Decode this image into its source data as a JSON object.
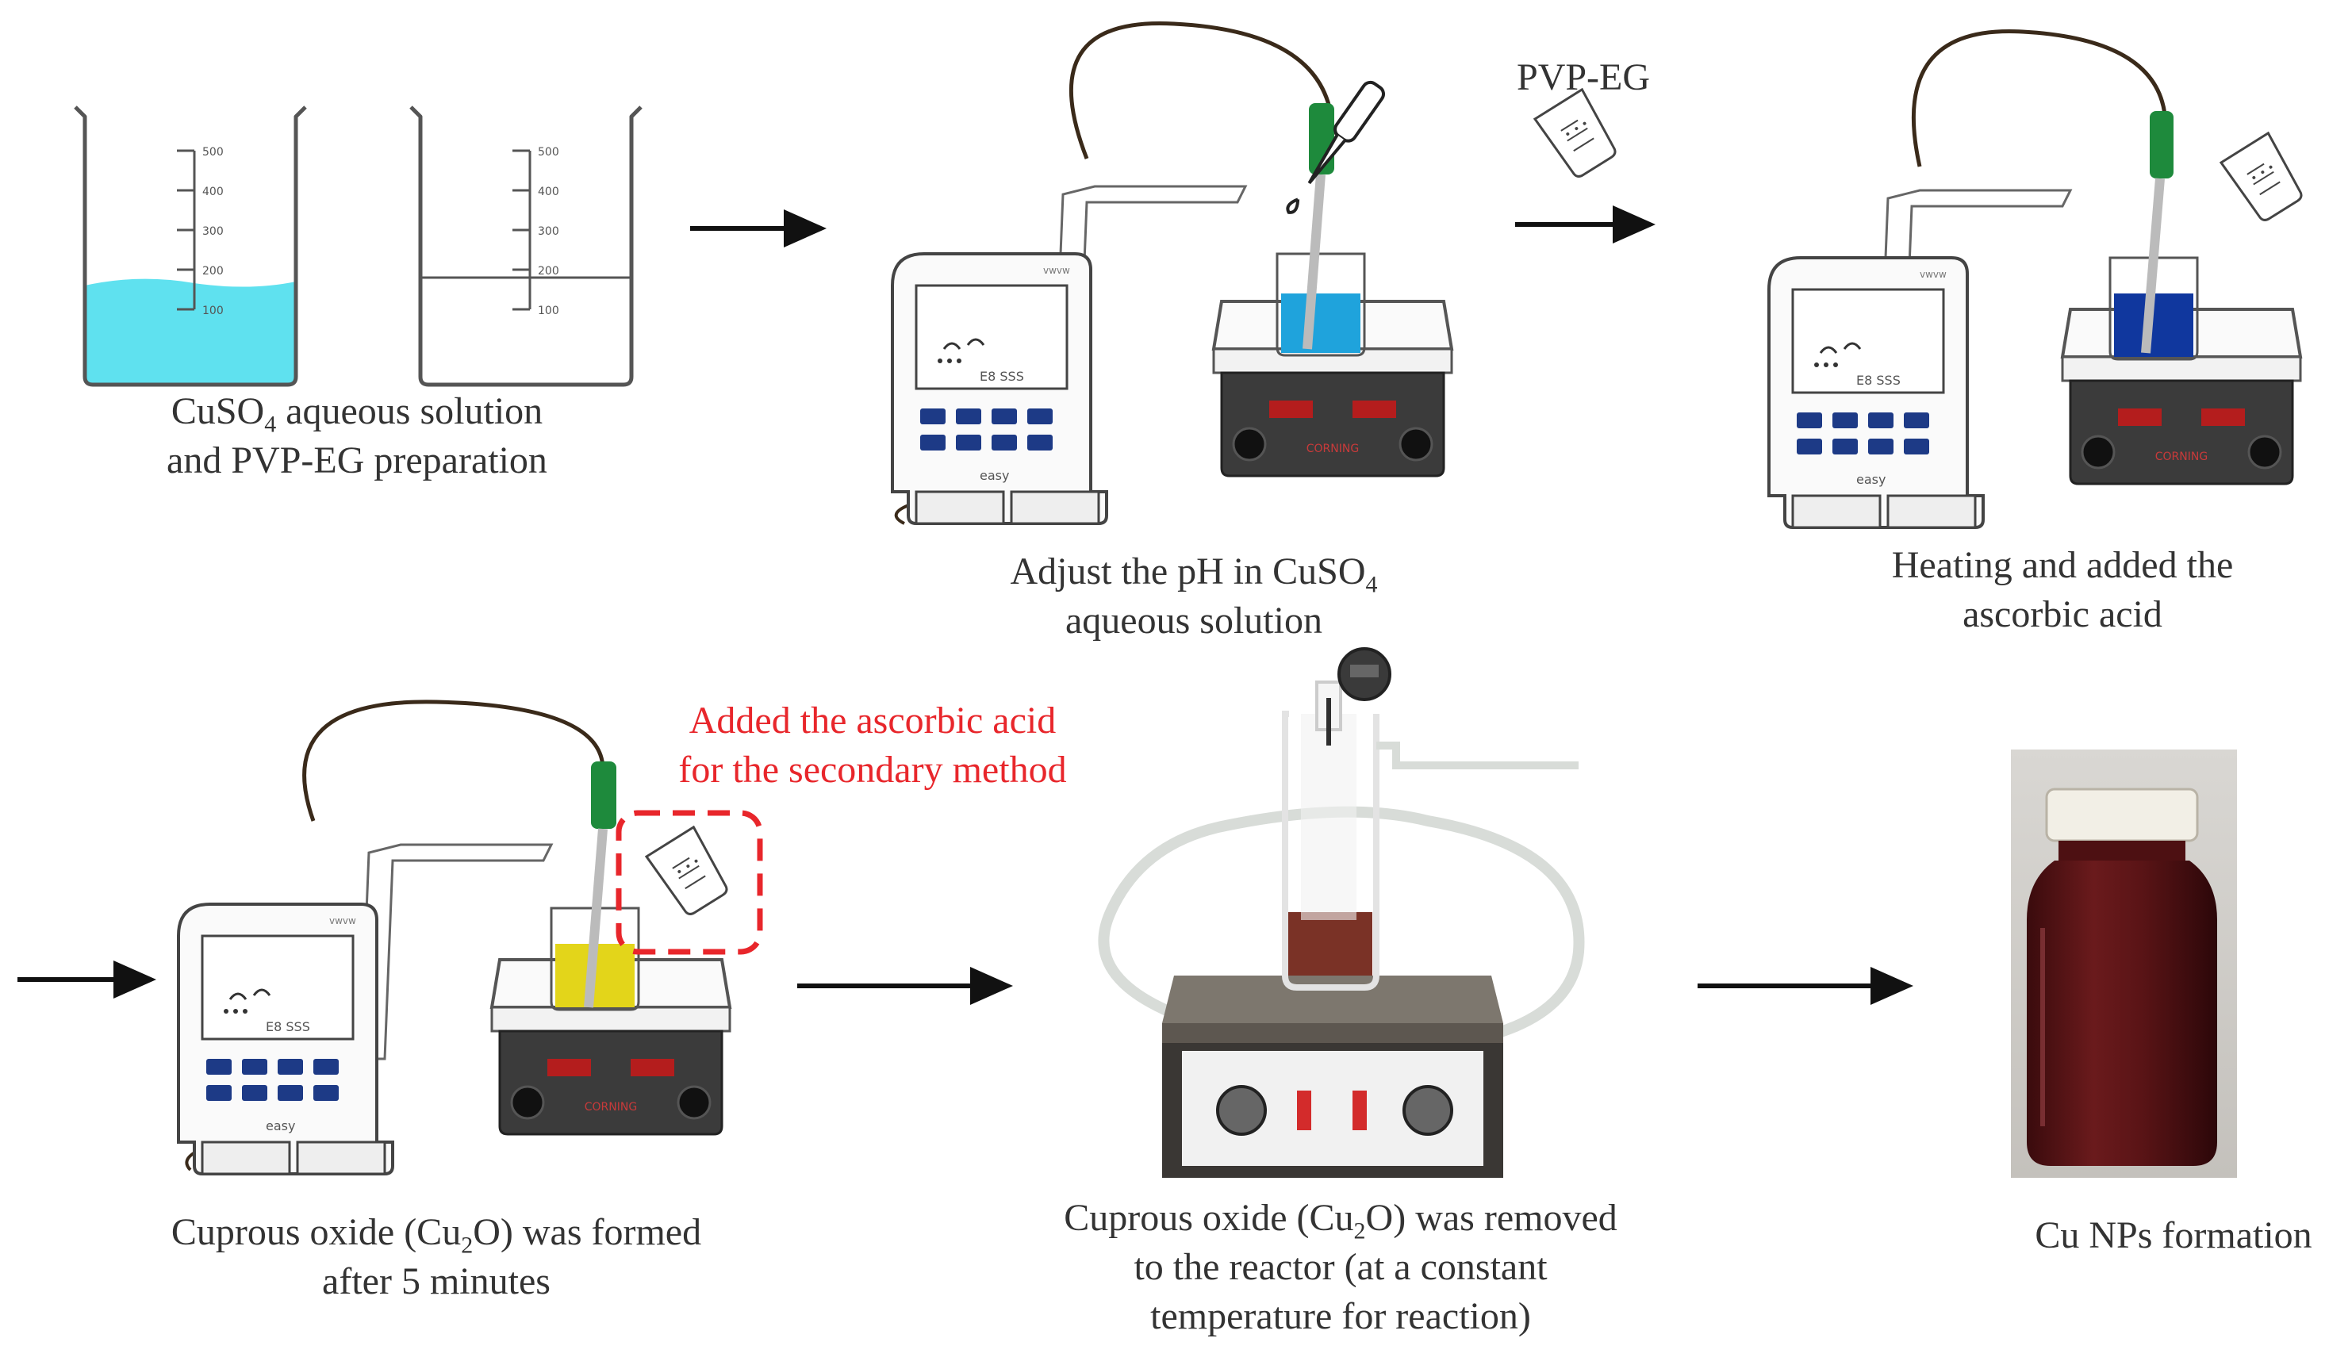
{
  "captions": {
    "step1": {
      "line1_pre": "CuSO",
      "line1_sub": "4",
      "line1_post": " aqueous solution",
      "line2": "and PVP-EG preparation"
    },
    "step2": {
      "line1_pre": "Adjust the pH in CuSO",
      "line1_sub": "4",
      "line2": "aqueous solution"
    },
    "step3": {
      "line1": "Heating and added the",
      "line2": "ascorbic acid"
    },
    "step4": {
      "line1_pre": "Cuprous oxide (Cu",
      "line1_sub": "2",
      "line1_post": "O) was formed",
      "line2": "after 5 minutes"
    },
    "step5": {
      "line1_pre": "Cuprous oxide (Cu",
      "line1_sub": "2",
      "line1_post": "O) was removed",
      "line2": "to the reactor (at a constant",
      "line3": "temperature for reaction)"
    },
    "step6": {
      "line1": "Cu NPs formation"
    }
  },
  "pvp_label": "PVP-EG",
  "secondary_note": {
    "line1": "Added the ascorbic acid",
    "line2": "for the secondary method"
  },
  "beaker_ticks": [
    "500",
    "400",
    "300",
    "200",
    "100"
  ],
  "meter_brand": "easy",
  "hotplate_brand": "CORNING",
  "colors": {
    "cuso4_solution": "#5fe1ef",
    "adjusted_solution": "#1fa3dc",
    "heated_solution": "#10379e",
    "cu2o_solution": "#e3d51a",
    "reactor_solution": "#7a3226",
    "product": "#5a1416",
    "probe": "#1e8a3c",
    "highlight": "#e8262b"
  }
}
